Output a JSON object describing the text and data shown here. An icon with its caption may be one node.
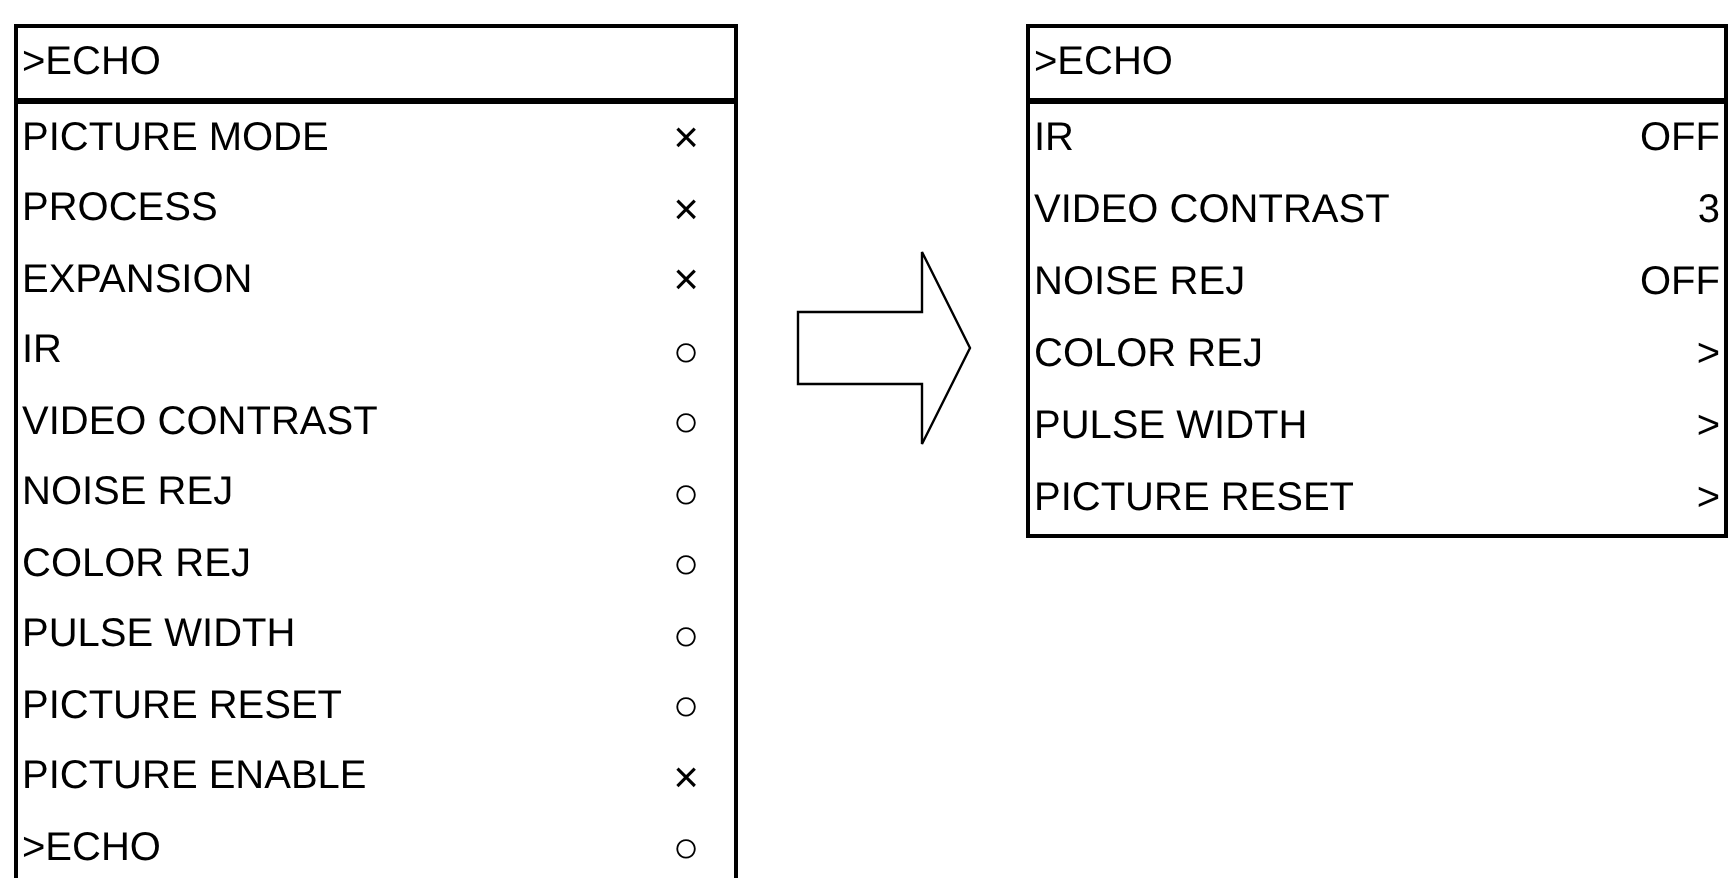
{
  "diagram": {
    "nodes": [
      {
        "text": [
          ">ECHO"
        ]
      },
      {
        "text": [
          "PICTURE MODE",
          "×"
        ],
        "in": 0
      },
      {
        "text": [
          "PROCESS",
          "×"
        ],
        "in": 0
      },
      {
        "text": [
          "EXPANSION",
          "×"
        ],
        "in": 0
      },
      {
        "text": [
          "IR",
          "○"
        ],
        "in": 0
      },
      {
        "text": [
          "VIDEO CONTRAST",
          "○"
        ],
        "in": 0
      },
      {
        "text": [
          "NOISE REJ",
          "○"
        ],
        "in": 0
      },
      {
        "text": [
          "COLOR REJ",
          "○"
        ],
        "in": 0
      },
      {
        "text": [
          "PULSE WIDTH",
          "○"
        ],
        "in": 0
      },
      {
        "text": [
          "PICTURE RESET",
          "○"
        ],
        "in": 0
      },
      {
        "text": [
          "PICTURE ENABLE",
          "×"
        ],
        "in": 0
      },
      {
        "text": [
          ">ECHO",
          "○"
        ],
        "in": 0
      },
      {
        "text": [
          ">ECHO"
        ]
      },
      {
        "text": [
          "IR",
          "OFF"
        ],
        "in": 12
      },
      {
        "text": [
          "VIDEO CONTRAST",
          "3"
        ],
        "in": 12
      },
      {
        "text": [
          "NOISE REJ",
          "OFF"
        ],
        "in": 12
      },
      {
        "text": [
          "COLOR REJ",
          ">"
        ],
        "in": 12
      },
      {
        "text": [
          "PULSE WIDTH",
          ">"
        ],
        "in": 12
      },
      {
        "text": [
          "PICTURE RESET",
          ">"
        ],
        "in": 12
      }
    ],
    "edges": [
      {
        "from": 0,
        "to": 12,
        "arrow": "to"
      }
    ]
  }
}
